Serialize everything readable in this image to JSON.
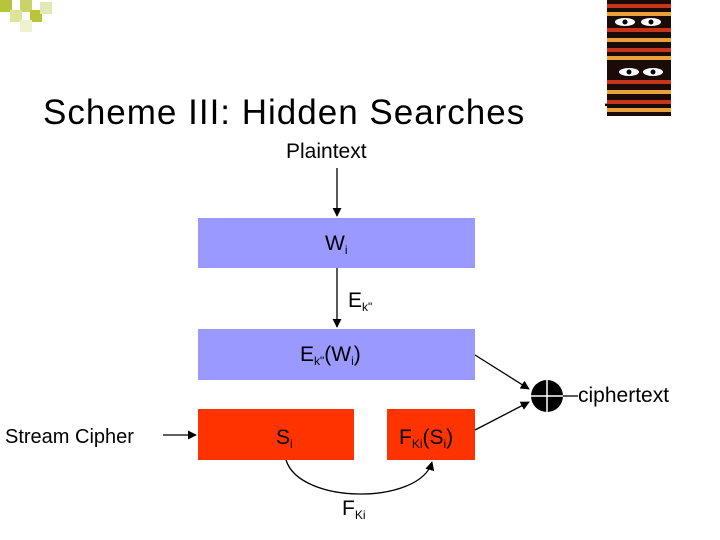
{
  "slide": {
    "title": "Scheme III: Hidden Searches"
  },
  "labels": {
    "plaintext": "Plaintext",
    "wi": {
      "base": "W",
      "sub": "i"
    },
    "ek": {
      "base": "E",
      "sub": "k\""
    },
    "ekwi": {
      "base": "E",
      "sub": "k\"",
      "rest_a": "(W",
      "sub2": "i",
      "rest_b": ")"
    },
    "ciphertext": "ciphertext",
    "stream_cipher": "Stream Cipher",
    "si": {
      "base": "S",
      "sub": "i"
    },
    "fki_si": {
      "base": "F",
      "sub": "Ki",
      "rest_a": "(S",
      "sub2": "i",
      "rest_b": ")"
    },
    "fki": {
      "base": "F",
      "sub": "Ki"
    }
  },
  "icons": {
    "decoration": "checkered-squares-decoration",
    "logo": "hidden-eyes-logo",
    "xor": "xor-operator-icon"
  },
  "colors": {
    "blue_box": "#9a99ff",
    "red_box": "#ff3300",
    "deco_square": "#b8c43a"
  }
}
